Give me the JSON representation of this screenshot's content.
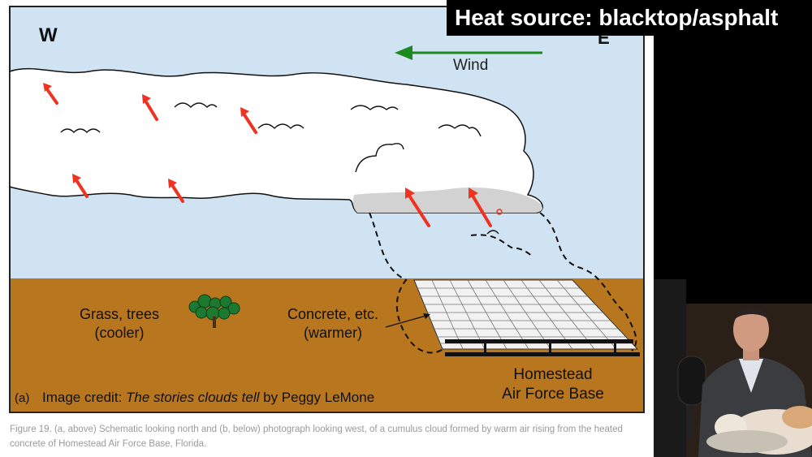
{
  "overlay": {
    "title": "Heat source:  blacktop/asphalt"
  },
  "figure": {
    "label_west": "W",
    "label_east": "E",
    "wind_label": "Wind",
    "grass_label_line1": "Grass, trees",
    "grass_label_line2": "(cooler)",
    "concrete_label_line1": "Concrete, etc.",
    "concrete_label_line2": "(warmer)",
    "base_label_line1": "Homestead",
    "base_label_line2": "Air Force Base",
    "panel_letter": "(a)",
    "credit_prefix": "Image credit: ",
    "credit_title": "The stories clouds tell",
    "credit_suffix": " by Peggy LeMone"
  },
  "caption": {
    "text": "Figure 19. (a, above) Schematic looking north and (b, below) photograph looking west, of a cumulus cloud formed by warm air rising from the heated concrete of Homestead Air Force Base, Florida."
  },
  "colors": {
    "sky": "#cfe3f3",
    "ground": "#b8761f",
    "wind_arrow": "#1d8a1d",
    "updraft_arrow": "#ee3322",
    "page": "#ffffff",
    "background": "#000000"
  }
}
